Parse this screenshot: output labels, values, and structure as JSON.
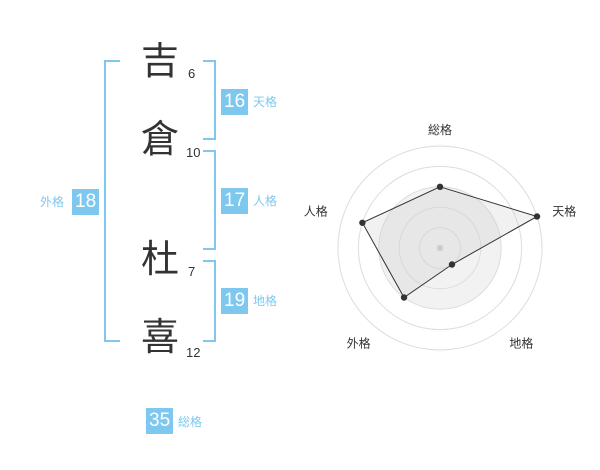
{
  "name": {
    "chars": [
      {
        "char": "吉",
        "strokes": "6"
      },
      {
        "char": "倉",
        "strokes": "10"
      },
      {
        "char": "杜",
        "strokes": "7"
      },
      {
        "char": "喜",
        "strokes": "12"
      }
    ]
  },
  "kaku": {
    "tenkaku": {
      "value": "16",
      "label": "天格"
    },
    "jinkaku": {
      "value": "17",
      "label": "人格"
    },
    "chikaku": {
      "value": "19",
      "label": "地格"
    },
    "gaikaku": {
      "value": "18",
      "label": "外格"
    },
    "soukaku": {
      "value": "35",
      "label": "総格"
    }
  },
  "colors": {
    "accent": "#7ec8f0",
    "text": "#333333"
  },
  "chart_data": {
    "type": "radar",
    "axes": [
      "総格",
      "天格",
      "地格",
      "外格",
      "人格"
    ],
    "values": [
      0.6,
      1.0,
      0.2,
      0.6,
      0.8
    ],
    "rings": 5
  }
}
